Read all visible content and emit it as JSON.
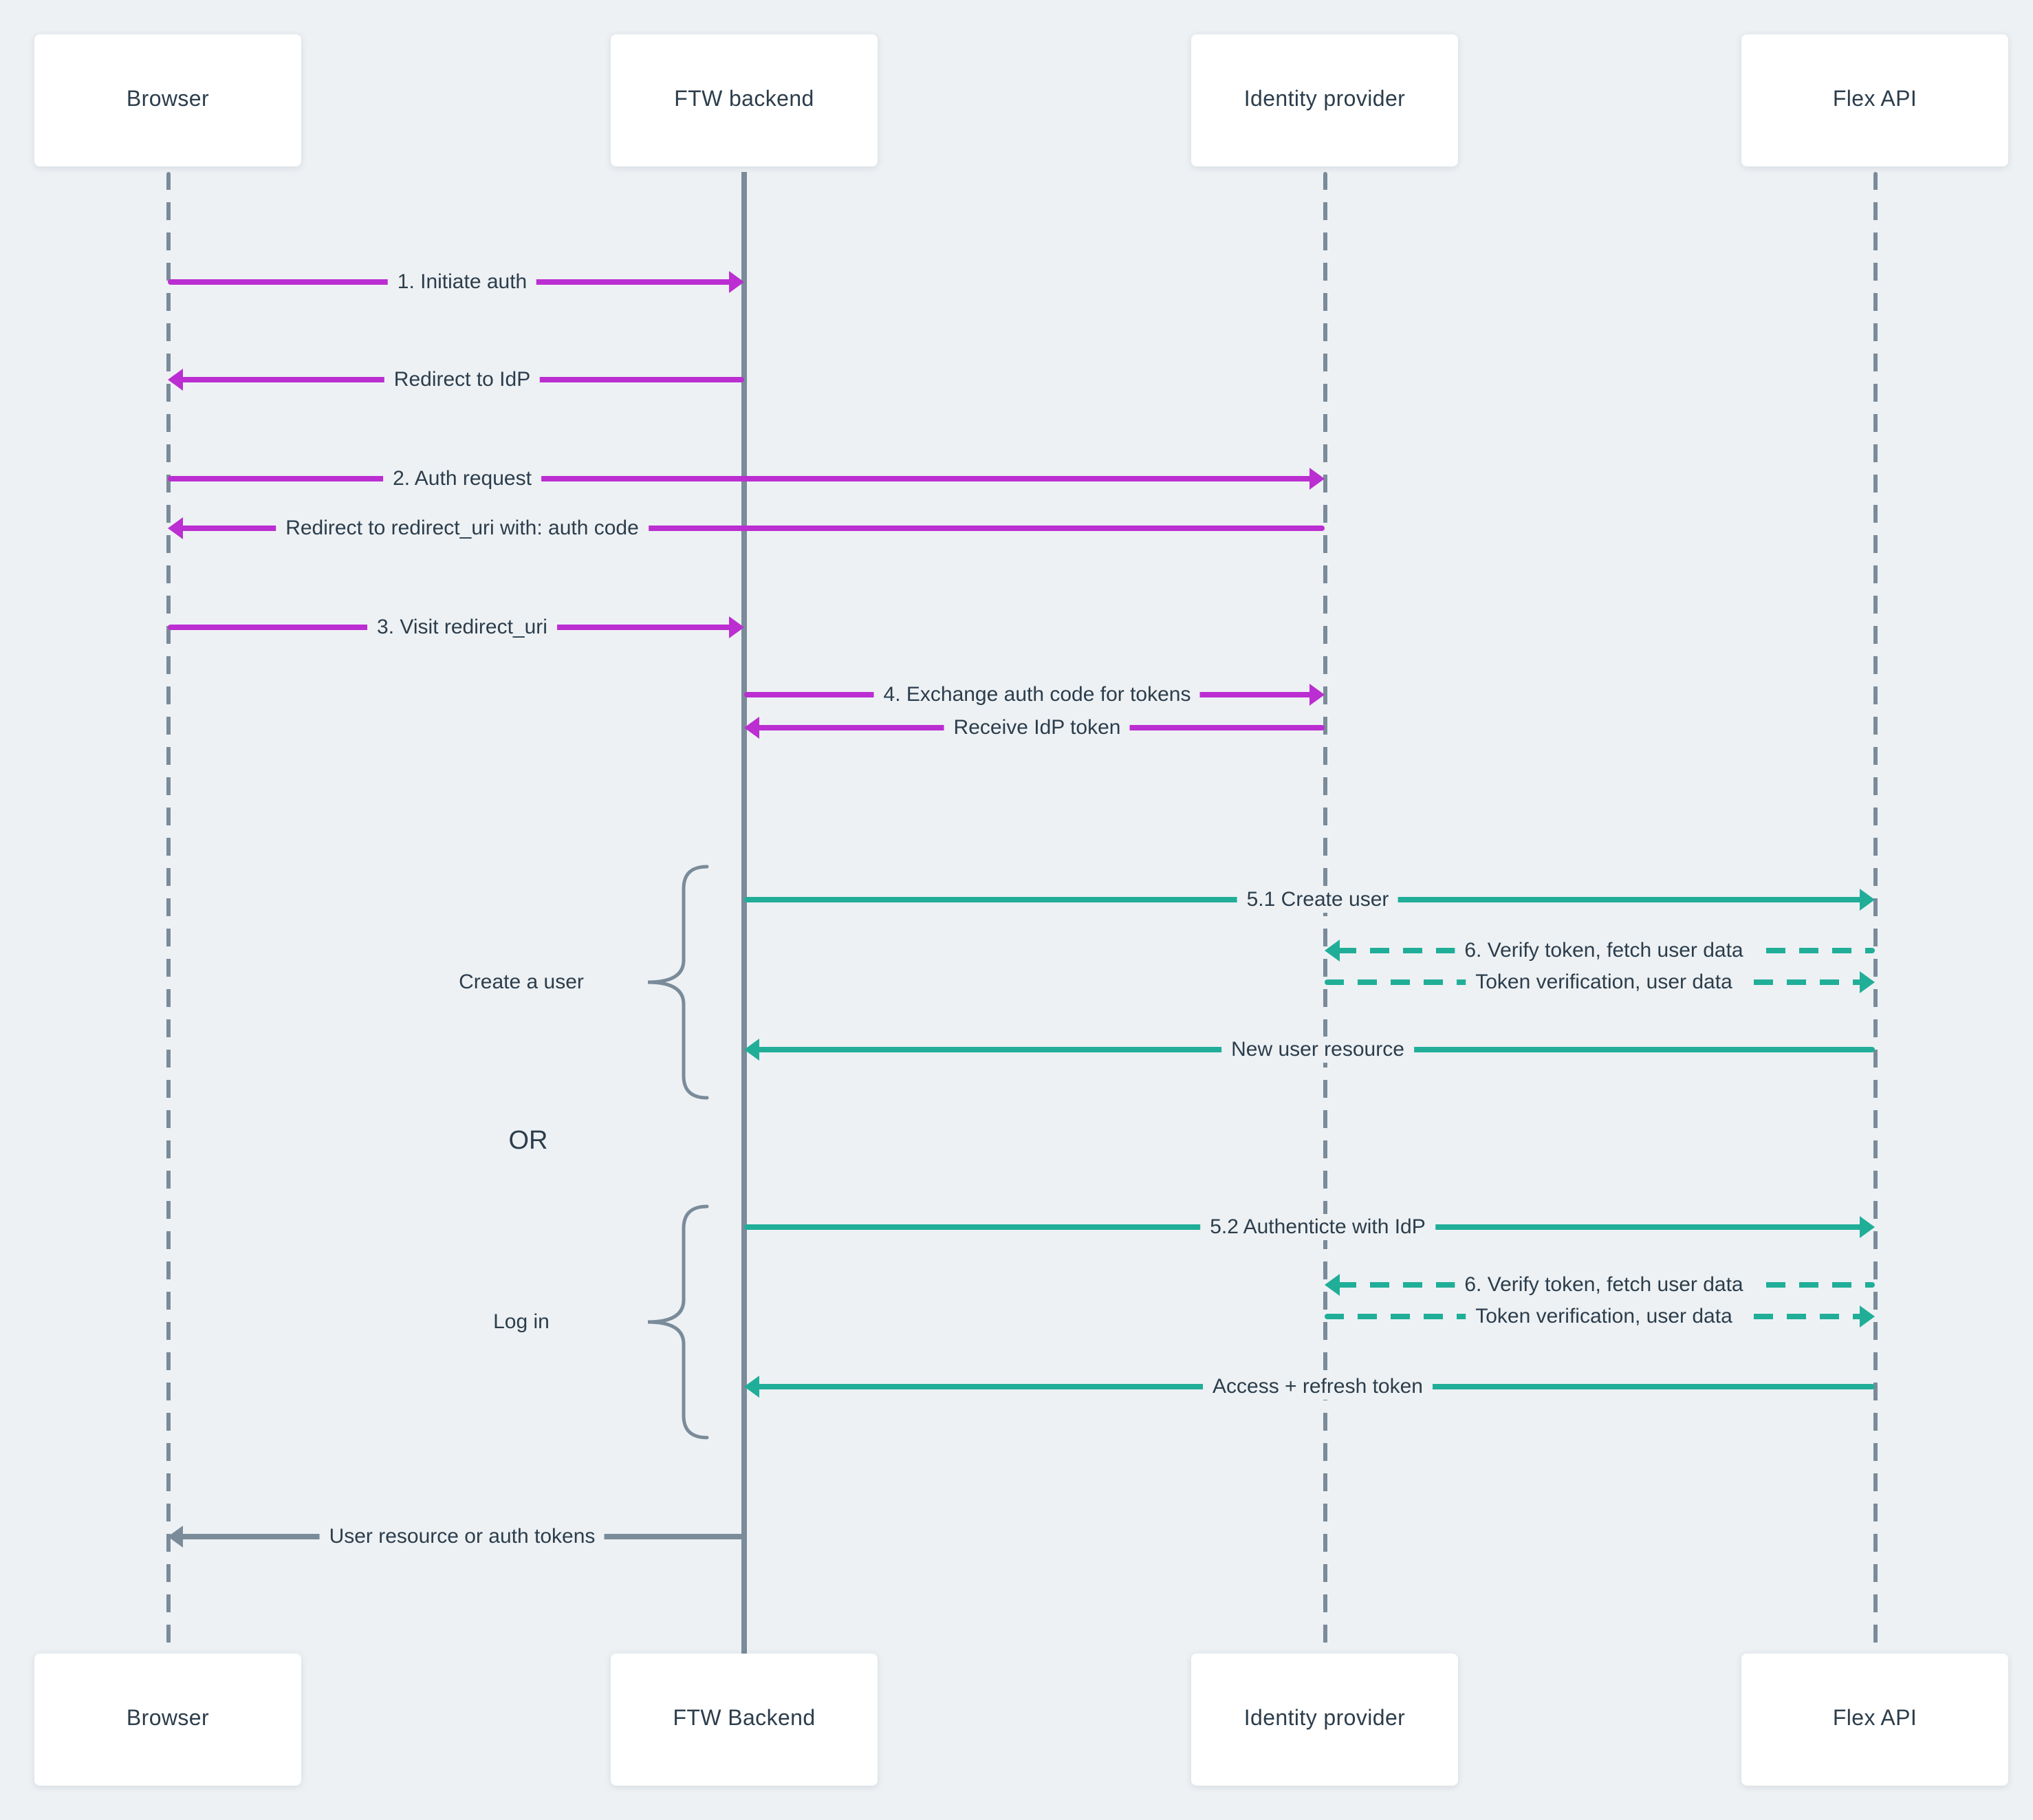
{
  "diagram": {
    "colors": {
      "background": "#edf1f4",
      "magenta": "#bb2ed1",
      "teal": "#20ae98",
      "slate": "#7a8b9a",
      "text": "#2c3d4b",
      "box_background": "#ffffff"
    },
    "actors": [
      {
        "id": "browser",
        "top_label": "Browser",
        "bottom_label": "Browser"
      },
      {
        "id": "ftw",
        "top_label": "FTW backend",
        "bottom_label": "FTW Backend"
      },
      {
        "id": "idp",
        "top_label": "Identity provider",
        "bottom_label": "Identity provider"
      },
      {
        "id": "flex",
        "top_label": "Flex API",
        "bottom_label": "Flex API"
      }
    ],
    "groups": [
      {
        "label": "Create a user"
      },
      {
        "label": "Log in"
      }
    ],
    "or_label": "OR",
    "messages": [
      {
        "label": "1. Initiate auth",
        "from": "browser",
        "to": "ftw",
        "color": "magenta",
        "dashed": false
      },
      {
        "label": "Redirect to IdP",
        "from": "ftw",
        "to": "browser",
        "color": "magenta",
        "dashed": false
      },
      {
        "label": "2. Auth request",
        "from": "browser",
        "to": "idp",
        "color": "magenta",
        "dashed": false
      },
      {
        "label": "Redirect to redirect_uri with: auth code",
        "from": "idp",
        "to": "browser",
        "color": "magenta",
        "dashed": false
      },
      {
        "label": "3. Visit redirect_uri",
        "from": "browser",
        "to": "ftw",
        "color": "magenta",
        "dashed": false
      },
      {
        "label": "4. Exchange auth code for tokens",
        "from": "ftw",
        "to": "idp",
        "color": "magenta",
        "dashed": false
      },
      {
        "label": "Receive IdP token",
        "from": "idp",
        "to": "ftw",
        "color": "magenta",
        "dashed": false
      },
      {
        "label": "5.1 Create user",
        "from": "ftw",
        "to": "flex",
        "color": "teal",
        "dashed": false
      },
      {
        "label": "6. Verify token, fetch user data",
        "from": "flex",
        "to": "idp",
        "color": "teal",
        "dashed": true
      },
      {
        "label": "Token verification, user data",
        "from": "idp",
        "to": "flex",
        "color": "teal",
        "dashed": true
      },
      {
        "label": "New user resource",
        "from": "flex",
        "to": "ftw",
        "color": "teal",
        "dashed": false
      },
      {
        "label": "5.2 Authenticte with IdP",
        "from": "ftw",
        "to": "flex",
        "color": "teal",
        "dashed": false
      },
      {
        "label": "6. Verify token, fetch user data",
        "from": "flex",
        "to": "idp",
        "color": "teal",
        "dashed": true
      },
      {
        "label": "Token verification, user data",
        "from": "idp",
        "to": "flex",
        "color": "teal",
        "dashed": true
      },
      {
        "label": "Access + refresh token",
        "from": "flex",
        "to": "ftw",
        "color": "teal",
        "dashed": false
      },
      {
        "label": "User resource or auth tokens",
        "from": "ftw",
        "to": "browser",
        "color": "slate",
        "dashed": false
      }
    ]
  }
}
